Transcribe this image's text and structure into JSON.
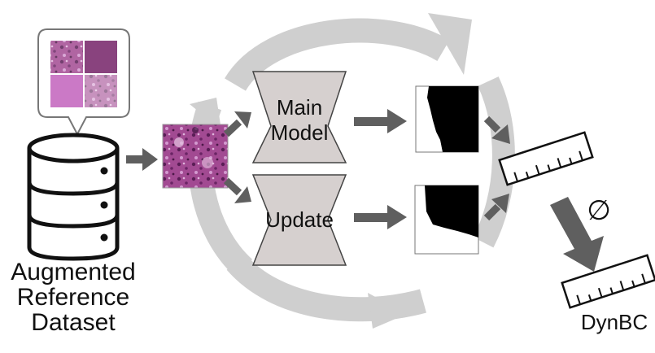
{
  "dataset": {
    "label_lines": [
      "Augmented",
      "Reference",
      "Dataset"
    ]
  },
  "models": {
    "main_lines": [
      "Main",
      "Model"
    ],
    "update_label": "Update"
  },
  "measure": {
    "empty_symbol": "∅",
    "result_label": "DynBC"
  },
  "colors": {
    "cycle": "#cfcfcf",
    "arrow": "#5f5f5f",
    "model_fill": "#d6d0cf",
    "model_stroke": "#444444",
    "mask_fill": "#000000",
    "tissue": "#9a3c86",
    "tissue_light": "#d49ad0",
    "tissue_dark": "#5a1d56"
  },
  "icons": {
    "dataset": "database-icon",
    "ruler": "ruler-icon",
    "patch": "tissue-patch-image",
    "mask": "segmentation-mask-image"
  }
}
